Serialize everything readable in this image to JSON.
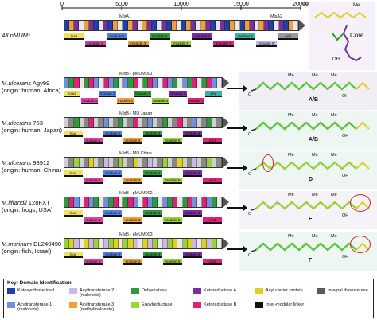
{
  "scale": {
    "ticks": [
      "0",
      "5000",
      "10000",
      "15000",
      "20000"
    ],
    "unit": "aa"
  },
  "core_label": "Core",
  "rows": [
    {
      "species": "All pMUM*",
      "origin": "",
      "genes": [
        "MlsA1",
        "MlsA2"
      ],
      "modules": [
        "load",
        "module 1",
        "module 2",
        "module 3",
        "module 4",
        "module 5",
        "module 6",
        "module 7",
        "module 8",
        "module 9",
        "end"
      ],
      "compound": "Core"
    },
    {
      "species": "M.ulcerans",
      "strain": "Agy99",
      "origin": "(origin: human, Africa)",
      "genes": [
        "MlsB - pMUM001"
      ],
      "modules": [
        "load",
        "module 1",
        "module 2",
        "module 3",
        "module 4",
        "module 5",
        "module 6",
        "module 7",
        "end"
      ],
      "compound": "A/B"
    },
    {
      "species": "M.ulcerans",
      "strain": "753",
      "origin": "(origin: human, Japan)",
      "genes": [
        "MlsB - MU Japan"
      ],
      "modules": [
        "load",
        "module 1",
        "module 2",
        "module 3",
        "module 4",
        "module 5",
        "module 6",
        "end"
      ],
      "compound": "A/B"
    },
    {
      "species": "M.ulcerans",
      "strain": "98912",
      "origin": "(origin: human, China)",
      "genes": [
        "MlsB - MU China"
      ],
      "modules": [
        "load",
        "module 1",
        "module 2",
        "module 3",
        "module 4",
        "module 5",
        "module 6",
        "end"
      ],
      "compound": "D"
    },
    {
      "species": "M.liflandii",
      "strain": "128FXT",
      "origin": "(origin: frogs, USA)",
      "genes": [
        "MlsB - pMUM002"
      ],
      "modules": [
        "load",
        "module 1",
        "module 2",
        "module 3",
        "module 4",
        "module 5",
        "module 6",
        "end"
      ],
      "compound": "E"
    },
    {
      "species": "M.marinum",
      "strain": "DL240490",
      "origin": "(origin: fish, Israel)",
      "genes": [
        "MlsB - pMUM003"
      ],
      "modules": [
        "load",
        "module 1",
        "module 2",
        "module 3",
        "module 4",
        "module 5",
        "module 6",
        "end"
      ],
      "compound": "F"
    }
  ],
  "molecule_labels": {
    "me": "Me",
    "oh": "OH",
    "o": "O"
  },
  "legend": {
    "title": "Key: Domain Identification",
    "items": [
      {
        "label": "Ketosynthase load",
        "color": "#1f3fb0"
      },
      {
        "label": "Acyltransferase 1 (malonate)",
        "color": "#6f8fe0"
      },
      {
        "label": "Acyltransferase 2 (malonate)",
        "color": "#c9b8e8"
      },
      {
        "label": "Acyltransferase 3 (methylmalonate)",
        "color": "#f0a034"
      },
      {
        "label": "Dehydratase",
        "color": "#2f9a3a"
      },
      {
        "label": "Enoylreductase",
        "color": "#9ad23a"
      },
      {
        "label": "Ketoreductase A",
        "color": "#7a2fa0"
      },
      {
        "label": "Ketoreductase B",
        "color": "#e0207a"
      },
      {
        "label": "Acyl carrier protein",
        "color": "#e0d020"
      },
      {
        "label": "Inter-modular linker",
        "color": "#111111"
      },
      {
        "label": "Integral thioesterase",
        "color": "#5a5a5a"
      }
    ]
  }
}
